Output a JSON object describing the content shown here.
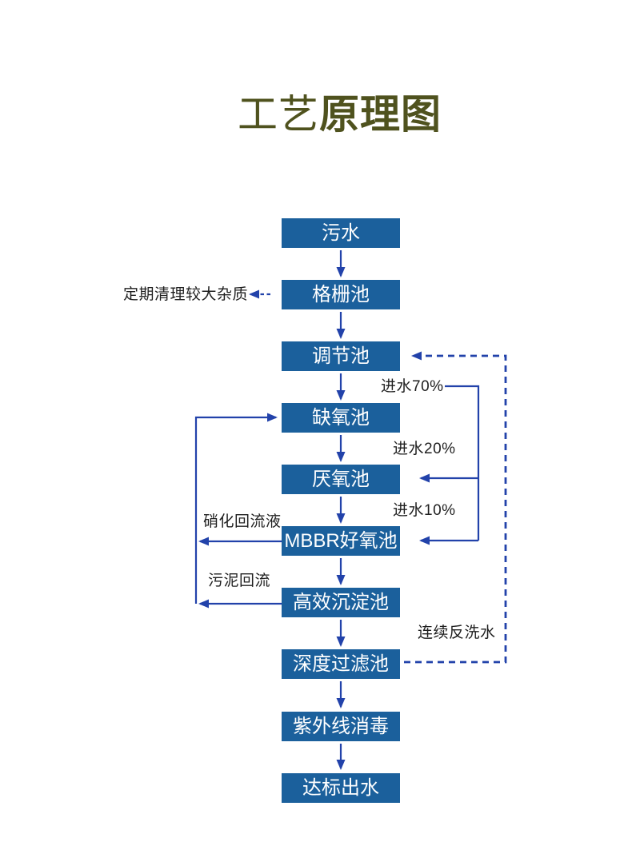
{
  "title": {
    "prefix": "工艺",
    "emphasis": "原理图"
  },
  "colors": {
    "box_fill": "#1b609c",
    "box_text": "#ffffff",
    "arrow": "#2242aa",
    "title_text": "#4f521e",
    "annotation_text": "#1f1f1f",
    "background": "#ffffff"
  },
  "flow": {
    "boxes": [
      {
        "label": "污水"
      },
      {
        "label": "格栅池"
      },
      {
        "label": "调节池"
      },
      {
        "label": "缺氧池"
      },
      {
        "label": "厌氧池"
      },
      {
        "label": "MBBR好氧池"
      },
      {
        "label": "高效沉淀池"
      },
      {
        "label": "深度过滤池"
      },
      {
        "label": "紫外线消毒"
      },
      {
        "label": "达标出水"
      }
    ],
    "annotations": {
      "impurity": "定期清理较大杂质",
      "inflow70": "进水70%",
      "inflow20": "进水20%",
      "inflow10": "进水10%",
      "nitrification_return": "硝化回流液",
      "sludge_return": "污泥回流",
      "backwash": "连续反洗水"
    }
  }
}
